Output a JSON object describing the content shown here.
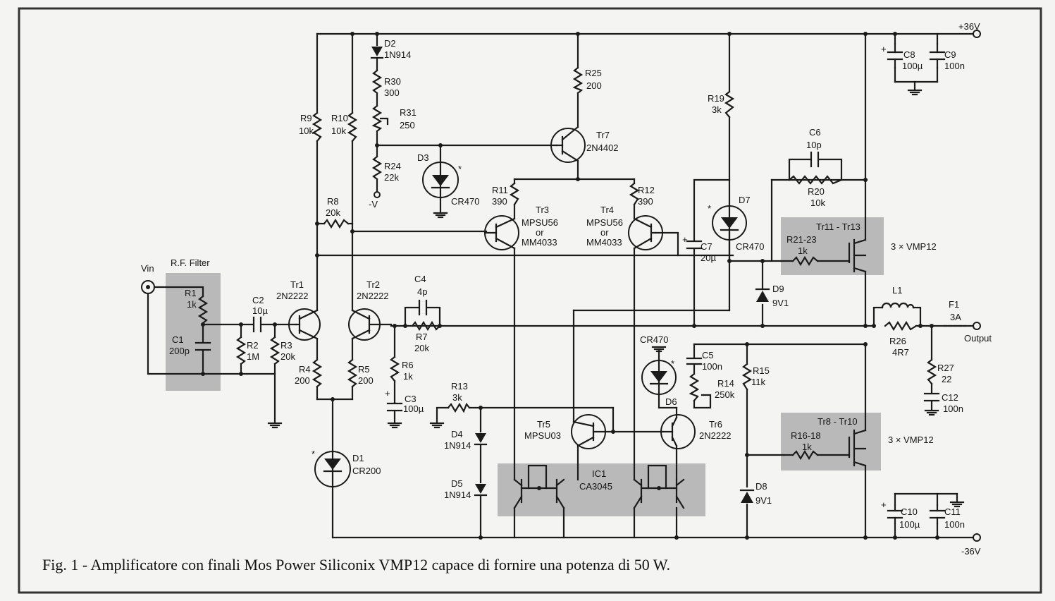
{
  "caption": "Fig. 1 - Amplificatore con finali Mos Power Siliconix VMP12 capace di fornire una potenza di 50 W.",
  "rails": {
    "pos": "+36V",
    "neg": "-36V",
    "minus_v": "-V"
  },
  "io": {
    "vin": "Vin",
    "output": "Output",
    "rf_filter": "R.F. Filter"
  },
  "components": {
    "R1": [
      "R1",
      "1k"
    ],
    "C1": [
      "C1",
      "200p"
    ],
    "C2": [
      "C2",
      "10µ"
    ],
    "R2": [
      "R2",
      "1M"
    ],
    "R3": [
      "R3",
      "20k"
    ],
    "Tr1": [
      "Tr1",
      "2N2222"
    ],
    "Tr2": [
      "Tr2",
      "2N2222"
    ],
    "R4": [
      "R4",
      "200"
    ],
    "R5": [
      "R5",
      "200"
    ],
    "R9": [
      "R9",
      "10k"
    ],
    "R10": [
      "R10",
      "10k"
    ],
    "R8": [
      "R8",
      "20k"
    ],
    "D1": [
      "D1",
      "CR200"
    ],
    "D2": [
      "D2",
      "1N914"
    ],
    "R30": [
      "R30",
      "300"
    ],
    "R31": [
      "R31",
      "250"
    ],
    "R24": [
      "R24",
      "22k"
    ],
    "D3": [
      "D3",
      "CR470"
    ],
    "R25": [
      "R25",
      "200"
    ],
    "Tr7": [
      "Tr7",
      "2N4402"
    ],
    "R11": [
      "R11",
      "390"
    ],
    "R12": [
      "R12",
      "390"
    ],
    "Tr3": [
      "Tr3",
      "MPSU56",
      "or",
      "MM4033"
    ],
    "Tr4": [
      "Tr4",
      "MPSU56",
      "or",
      "MM4033"
    ],
    "C4": [
      "C4",
      "4p"
    ],
    "R7": [
      "R7",
      "20k"
    ],
    "R6": [
      "R6",
      "1k"
    ],
    "C3": [
      "C3",
      "100µ"
    ],
    "R13": [
      "R13",
      "3k"
    ],
    "D4": [
      "D4",
      "1N914"
    ],
    "D5": [
      "D5",
      "1N914"
    ],
    "Tr5": [
      "Tr5",
      "MPSU03"
    ],
    "Tr6": [
      "Tr6",
      "2N2222"
    ],
    "IC1": [
      "IC1",
      "CA3045"
    ],
    "R19": [
      "R19",
      "3k"
    ],
    "D7": [
      "D7",
      "CR470"
    ],
    "C7": [
      "C7",
      "20µ"
    ],
    "C6": [
      "C6",
      "10p"
    ],
    "R20": [
      "R20",
      "10k"
    ],
    "R21_23": [
      "R21-23",
      "1k"
    ],
    "Tr11_13": [
      "Tr11 - Tr13"
    ],
    "VMP_top": "3 × VMP12",
    "D9": [
      "D9",
      "9V1"
    ],
    "L1": [
      "L1"
    ],
    "F1": [
      "F1",
      "3A"
    ],
    "R26": [
      "R26",
      "4R7"
    ],
    "R27": [
      "R27",
      "22"
    ],
    "C12": [
      "C12",
      "100n"
    ],
    "C5": [
      "C5",
      "100n"
    ],
    "R14": [
      "R14",
      "250k"
    ],
    "R15": [
      "R15",
      "11k"
    ],
    "D6": [
      "D6",
      "CR470"
    ],
    "R16_18": [
      "R16-18",
      "1k"
    ],
    "Tr8_10": [
      "Tr8 - Tr10"
    ],
    "VMP_bot": "3 × VMP12",
    "D8": [
      "D8",
      "9V1"
    ],
    "C8": [
      "C8",
      "100µ"
    ],
    "C9": [
      "C9",
      "100n"
    ],
    "C10": [
      "C10",
      "100µ"
    ],
    "C11": [
      "C11",
      "100n"
    ]
  },
  "marks": {
    "star": "*"
  }
}
